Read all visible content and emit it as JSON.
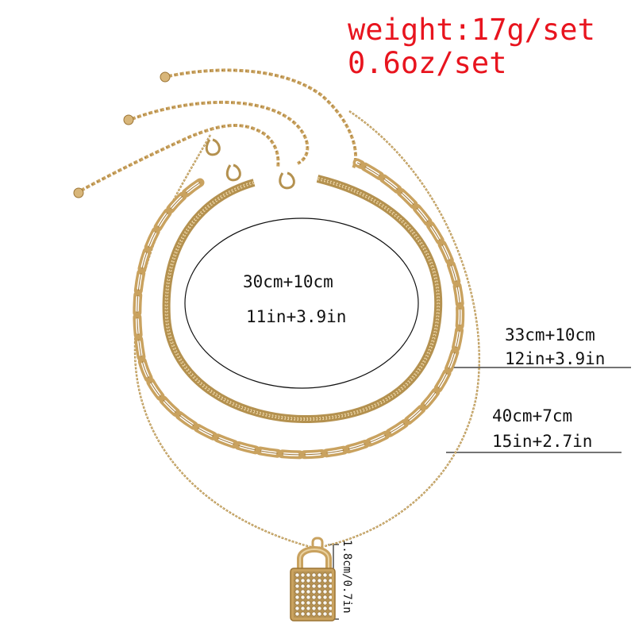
{
  "specs": {
    "weight_grams": "weight:17g/set",
    "weight_ounces": "0.6oz/set"
  },
  "sizes": {
    "inner": {
      "cm": "30cm+10cm",
      "in": "11in+3.9in"
    },
    "middle": {
      "cm": "33cm+10cm",
      "in": "12in+3.9in"
    },
    "outer": {
      "cm": "40cm+7cm",
      "in": "15in+2.7in"
    },
    "pendant": "1.8cm/0.7in"
  },
  "colors": {
    "gold": "#c9a25f",
    "gold_dark": "#9c7434",
    "gold_light": "#ead2a0",
    "weight_text": "#e8141e",
    "label_text": "#111111"
  }
}
